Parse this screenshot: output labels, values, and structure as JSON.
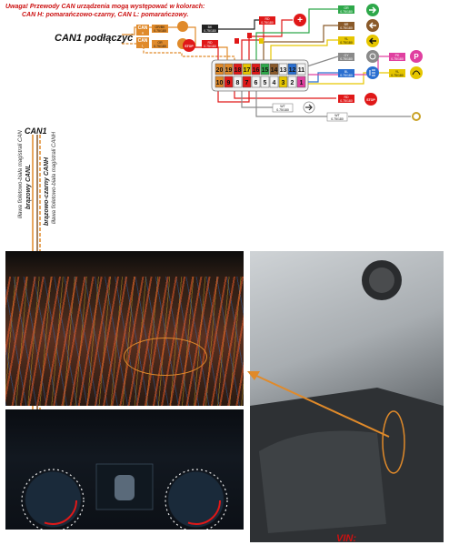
{
  "notice": {
    "line1": "Uwaga! Przewody CAN urządzenia mogą występować w kolorach:",
    "line2": "CAN H: pomarańczowo-czarny, CAN L: pomarańczowy."
  },
  "can1_connect_label": "CAN1 podłączyć",
  "can1_label": "CAN1",
  "wires": {
    "can_l_desc": "liława fioletowo-biała magistrali CAN",
    "can_l_name": "brązowy CANL",
    "can_h_name": "brązowo-czarny CANH",
    "can_h_desc": "liława fioletowo-biała magistrali CANH"
  },
  "connector": {
    "top_pins": [
      "20",
      "19",
      "18",
      "17",
      "16",
      "15",
      "14",
      "13",
      "12",
      "11"
    ],
    "bottom_pins": [
      "10",
      "9",
      "8",
      "7",
      "6",
      "5",
      "4",
      "3",
      "2",
      "1"
    ]
  },
  "can_boxes": [
    {
      "label": "CAN",
      "sub": "H"
    },
    {
      "label": "CAN",
      "sub": "L"
    }
  ],
  "wire_tags": {
    "or_bk": "OR/BK",
    "or": "OR",
    "bk": "BK",
    "rd": "RD",
    "gr": "GR",
    "br": "BR",
    "yl": "YL",
    "gy": "GY",
    "bl": "BL",
    "pk": "PK",
    "wt": "WT",
    "spec": "0.75/180"
  },
  "icons": {
    "stop": "STOP",
    "parking": "P"
  },
  "vin_label": "VIN:",
  "colors": {
    "accent_red": "#cc1111",
    "wire_orange": "#e08a2a",
    "wire_red": "#e01818",
    "wire_green": "#2ea84a",
    "wire_yellow": "#e6c600",
    "wire_blue": "#2a6fd0",
    "wire_pink": "#e040a0",
    "wire_brown": "#8a5a2a",
    "wire_gray": "#8a8a8a"
  }
}
